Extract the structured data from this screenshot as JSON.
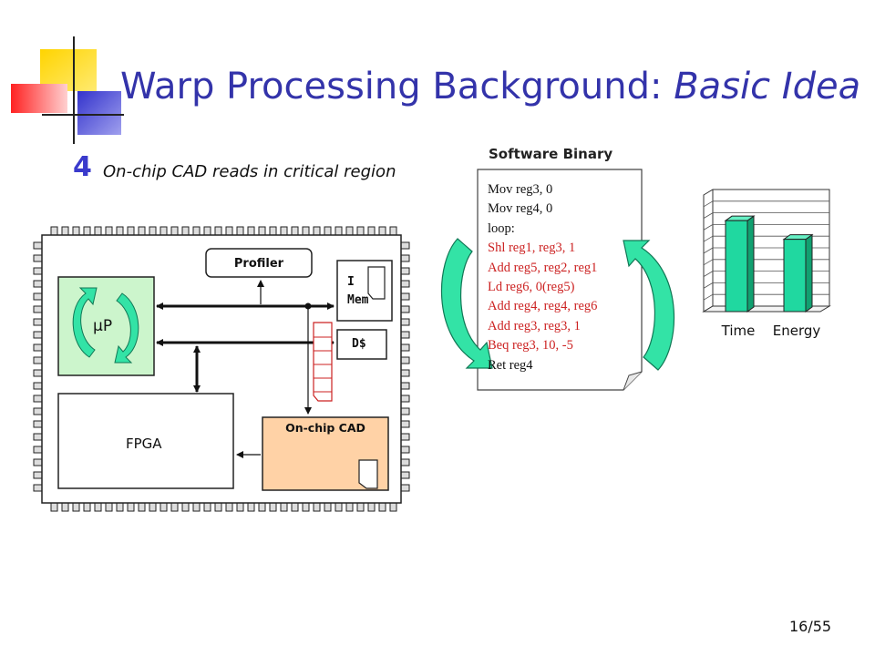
{
  "slide": {
    "title_main": "Warp Processing Background: ",
    "title_italic": "Basic Idea",
    "step_number": "4",
    "step_text": "On-chip CAD reads in critical region",
    "page_number": "16/55"
  },
  "chip": {
    "profiler_label": "Profiler",
    "imem_label_1": "I",
    "imem_label_2": "Mem",
    "dcache_label": "D$",
    "up_label": "µP",
    "fpga_label": "FPGA",
    "cad_label": "On-chip CAD"
  },
  "software": {
    "title": "Software Binary",
    "lines": [
      {
        "text": "Mov reg3, 0",
        "color": "#111111"
      },
      {
        "text": "Mov reg4, 0",
        "color": "#111111"
      },
      {
        "text": "loop:",
        "color": "#111111"
      },
      {
        "text": "Shl reg1, reg3, 1",
        "color": "#cc2222"
      },
      {
        "text": "Add reg5, reg2, reg1",
        "color": "#cc2222"
      },
      {
        "text": "Ld reg6, 0(reg5)",
        "color": "#cc2222"
      },
      {
        "text": "Add reg4, reg4, reg6",
        "color": "#cc2222"
      },
      {
        "text": "Add reg3, reg3, 1",
        "color": "#cc2222"
      },
      {
        "text": "Beq reg3, 10, -5",
        "color": "#cc2222"
      },
      {
        "text": "Ret reg4",
        "color": "#111111"
      }
    ]
  },
  "chart_data": {
    "type": "bar",
    "categories": [
      "Time",
      "Energy"
    ],
    "values": [
      0.78,
      0.62
    ],
    "ylim": [
      0,
      1
    ],
    "grid": true,
    "bar_color": "#20d8a0"
  },
  "colors": {
    "title": "#3333aa",
    "step_number": "#3a3acc",
    "up_fill": "#ccf5cc",
    "cad_fill": "#ffd2a6",
    "arrow_fill": "#33e3a6"
  }
}
